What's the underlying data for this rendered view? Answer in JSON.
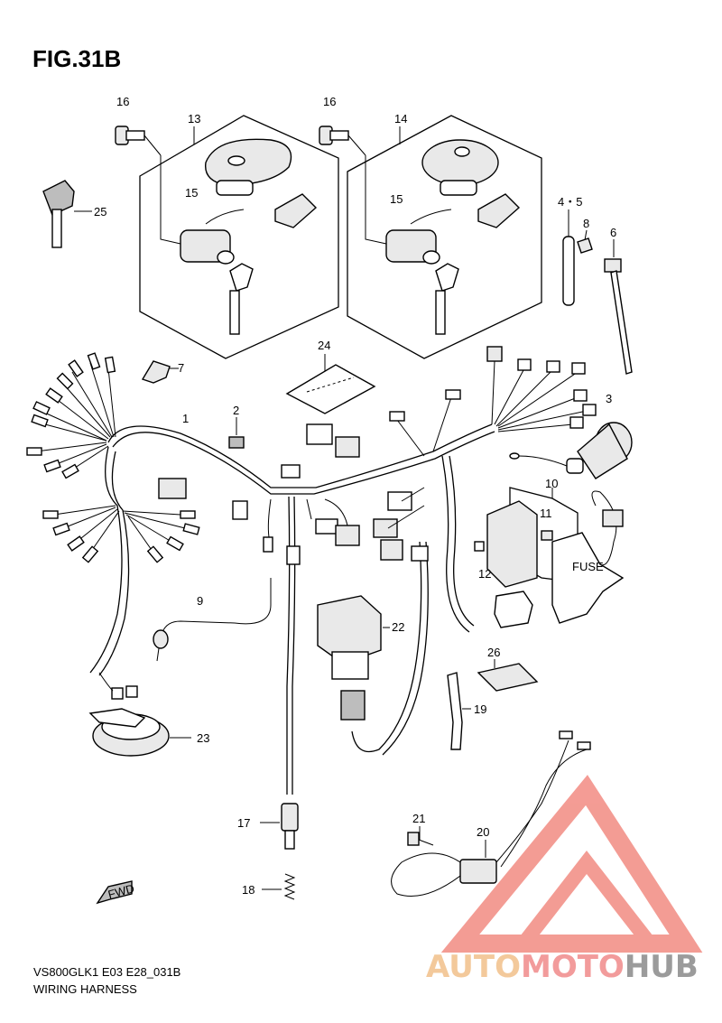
{
  "figure": {
    "title": "FIG.31B",
    "footer_code": "VS800GLK1 E03 E28_031B",
    "footer_name": "WIRING HARNESS"
  },
  "fwd_label": "FWD",
  "watermark": {
    "text_a": "AUTO",
    "text_b": "MOTO",
    "text_c": "HUB",
    "color_a": "#f2c08a",
    "color_b": "#f08a8a",
    "color_c": "#8a8a8a",
    "logo_color": "#f28b82"
  },
  "callouts": [
    {
      "id": "c16a",
      "label": "16"
    },
    {
      "id": "c13",
      "label": "13"
    },
    {
      "id": "c16b",
      "label": "16"
    },
    {
      "id": "c14",
      "label": "14"
    },
    {
      "id": "c25",
      "label": "25"
    },
    {
      "id": "c15a",
      "label": "15"
    },
    {
      "id": "c15b",
      "label": "15"
    },
    {
      "id": "c45",
      "label": "4・5"
    },
    {
      "id": "c8",
      "label": "8"
    },
    {
      "id": "c6",
      "label": "6"
    },
    {
      "id": "c7",
      "label": "7"
    },
    {
      "id": "c24",
      "label": "24"
    },
    {
      "id": "c3",
      "label": "3"
    },
    {
      "id": "c1",
      "label": "1"
    },
    {
      "id": "c2",
      "label": "2"
    },
    {
      "id": "c10",
      "label": "10"
    },
    {
      "id": "c11",
      "label": "11"
    },
    {
      "id": "c12",
      "label": "12"
    },
    {
      "id": "c9",
      "label": "9"
    },
    {
      "id": "c22",
      "label": "22"
    },
    {
      "id": "c26",
      "label": "26"
    },
    {
      "id": "c19",
      "label": "19"
    },
    {
      "id": "c23",
      "label": "23"
    },
    {
      "id": "c17",
      "label": "17"
    },
    {
      "id": "c21",
      "label": "21"
    },
    {
      "id": "c20",
      "label": "20"
    },
    {
      "id": "c18",
      "label": "18"
    }
  ]
}
